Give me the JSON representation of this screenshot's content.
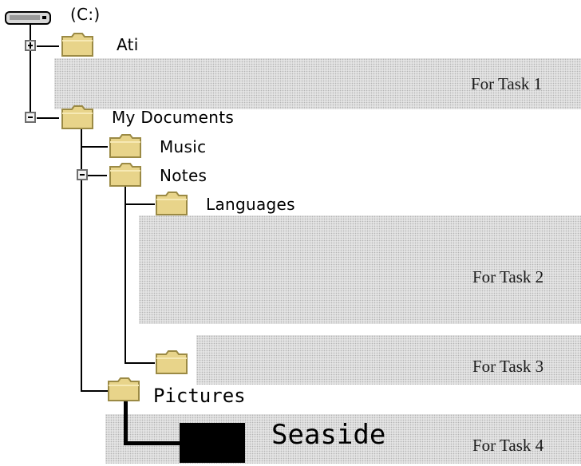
{
  "tree": {
    "drive": {
      "label": "(C:)",
      "icon": "drive-icon"
    },
    "items": [
      {
        "label": "Ati",
        "expander": "+"
      },
      {
        "label": "My Documents",
        "expander": "-"
      },
      {
        "label": "Music"
      },
      {
        "label": "Notes",
        "expander": "-"
      },
      {
        "label": "Languages"
      },
      {
        "label": ""
      },
      {
        "label": "Pictures"
      },
      {
        "label": "Seaside"
      }
    ]
  },
  "tasks": [
    {
      "label": "For Task 1"
    },
    {
      "label": "For Task 2"
    },
    {
      "label": "For Task 3"
    },
    {
      "label": "For Task 4"
    }
  ],
  "colors": {
    "folder": "#e8d48a",
    "folder_stroke": "#9b8a44",
    "task_area": "#e4e4e4"
  }
}
